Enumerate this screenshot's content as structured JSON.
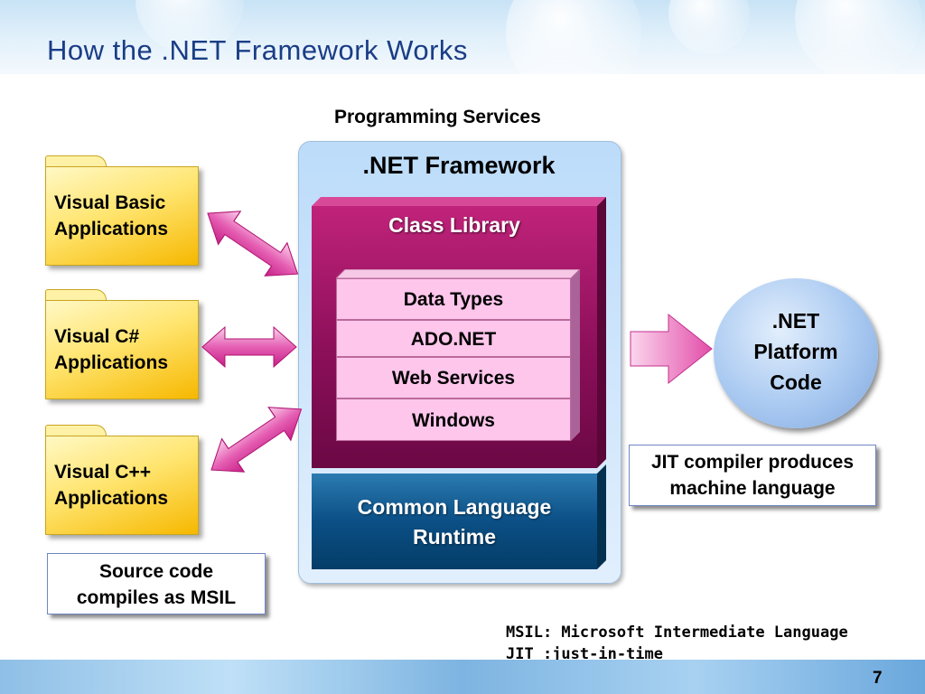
{
  "slide": {
    "title": "How the .NET Framework Works",
    "page_number": "7"
  },
  "diagram": {
    "programming_services": "Programming Services",
    "framework_title": ".NET Framework",
    "class_library_title": "Class Library",
    "library_items": [
      "Data Types",
      "ADO.NET",
      "Web Services",
      "Windows"
    ],
    "clr_lines": [
      "Common Language",
      "Runtime"
    ],
    "applications": [
      {
        "lines": [
          "Visual Basic",
          "Applications"
        ]
      },
      {
        "lines": [
          "Visual C#",
          "Applications"
        ]
      },
      {
        "lines": [
          "Visual C++",
          "Applications"
        ]
      }
    ],
    "source_note_lines": [
      "Source code",
      "compiles as MSIL"
    ],
    "platform_lines": [
      ".NET",
      "Platform",
      "Code"
    ],
    "jit_note_lines": [
      "JIT compiler produces",
      "machine language"
    ],
    "footnotes": [
      "MSIL: Microsoft Intermediate Language",
      "JIT :just-in-time"
    ]
  },
  "colors": {
    "title": "#1a3d86",
    "arrow": "#dd3fa3",
    "arrow_light": "#fbd2ec",
    "class_library": "#a11569",
    "runtime": "#0b4f85",
    "folder": "#ffd835"
  }
}
